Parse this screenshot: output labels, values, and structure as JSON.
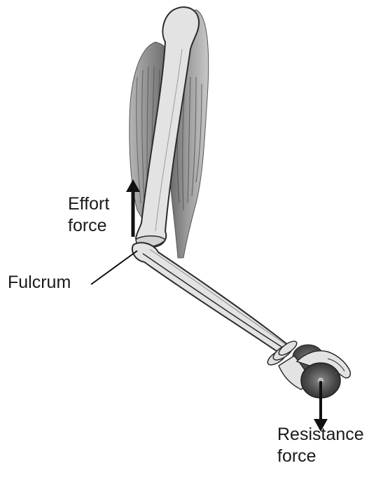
{
  "labels": {
    "effort": {
      "line1": "Effort",
      "line2": "force"
    },
    "fulcrum": "Fulcrum",
    "resistance": {
      "line1": "Resistance",
      "line2": "force"
    }
  },
  "colors": {
    "bone": "#e3e3e3",
    "bone_outline": "#2b2b2b",
    "muscle_light": "#c9c9c9",
    "muscle_dark": "#6e6e6e",
    "arrow": "#111111",
    "weight": "#4a4a4a"
  }
}
